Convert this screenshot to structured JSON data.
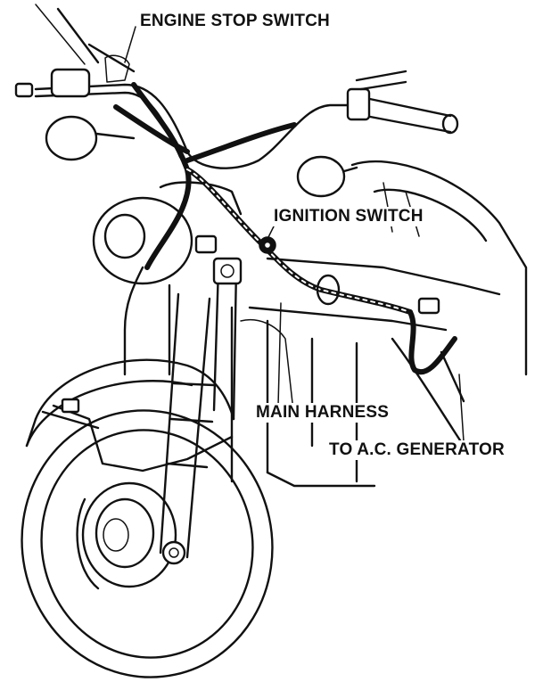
{
  "labels": {
    "engine_stop_switch": "ENGINE STOP SWITCH",
    "ignition_switch": "IGNITION SWITCH",
    "main_harness": "MAIN HARNESS",
    "to_ac_generator": "TO A.C. GENERATOR"
  }
}
